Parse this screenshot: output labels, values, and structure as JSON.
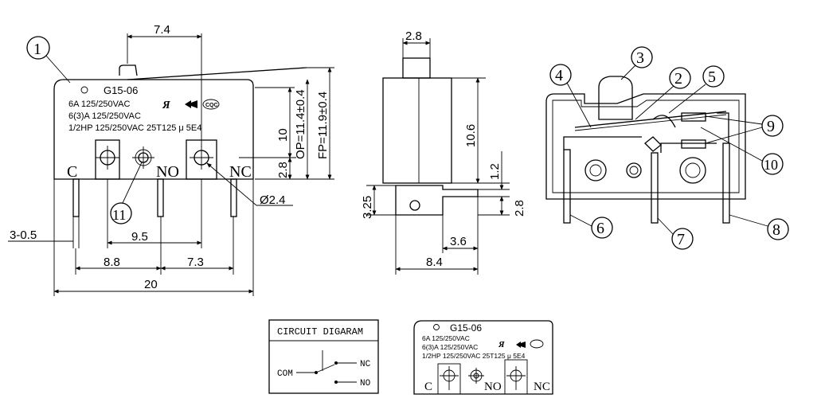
{
  "front_view": {
    "model": "G15-06",
    "rating_1": "6A 125/250VAC",
    "rating_2": "6(3)A 125/250VAC",
    "rating_3": "1/2HP 125/250VAC 25T125 μ 5E4",
    "terminal_c": "C",
    "terminal_no": "NO",
    "terminal_nc": "NC",
    "dims": {
      "top_7_4": "7.4",
      "op": "OP=11.4±0.4",
      "fp": "FP=11.9±0.4",
      "h10": "10",
      "h2_8": "2.8",
      "hole_dia": "Ø2.4",
      "pin_pitch": "3-0.5",
      "w9_5": "9.5",
      "w8_8": "8.8",
      "w7_3": "7.3",
      "w20": "20"
    }
  },
  "side_view": {
    "dims": {
      "w2_8": "2.8",
      "h10_6": "10.6",
      "h1_2": "1.2",
      "h3_25": "3.25",
      "h2_8b": "2.8",
      "w3_6": "3.6",
      "w8_4": "8.4"
    }
  },
  "callouts": [
    "1",
    "2",
    "3",
    "4",
    "5",
    "6",
    "7",
    "8",
    "9",
    "10",
    "11"
  ],
  "circuit": {
    "title": "CIRCUIT DIGARAM",
    "com": "COM",
    "nc": "NC",
    "no": "NO"
  },
  "label_view": {
    "model": "G15-06",
    "rating_1": "6A 125/250VAC",
    "rating_2": "6(3)A 125/250VAC",
    "rating_3": "1/2HP 125/250VAC 25T125 μ 5E4",
    "c": "C",
    "no": "NO",
    "nc": "NC"
  }
}
